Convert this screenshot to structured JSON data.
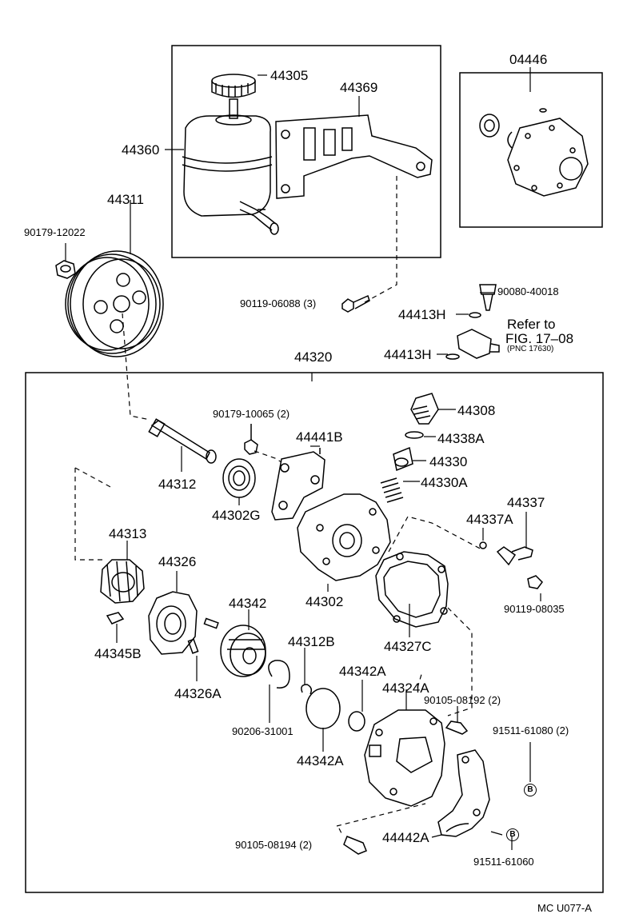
{
  "labels": {
    "p44305": "44305",
    "p44369": "44369",
    "p44360": "44360",
    "p04446": "04446",
    "p44311": "44311",
    "p90179_12022": "90179-12022",
    "p90119_06088": "90119-06088 (3)",
    "p90080_40018": "90080-40018",
    "p44413H_a": "44413H",
    "p44413H_b": "44413H",
    "refer1": "Refer to",
    "refer2": "FIG. 17–08",
    "refer3": "(PNC 17630)",
    "p44320": "44320",
    "p90179_10065": "90179-10065 (2)",
    "p44441B": "44441B",
    "p44308": "44308",
    "p44338A": "44338A",
    "p44330": "44330",
    "p44330A": "44330A",
    "p44312": "44312",
    "p44302G": "44302G",
    "p44313": "44313",
    "p44326": "44326",
    "p44302": "44302",
    "p44337": "44337",
    "p44337A": "44337A",
    "p90119_08035": "90119-08035",
    "p44345B": "44345B",
    "p44342": "44342",
    "p44312B": "44312B",
    "p44327C": "44327C",
    "p44326A": "44326A",
    "p44342A_a": "44342A",
    "p44324A": "44324A",
    "p90105_08192": "90105-08192 (2)",
    "p90206_31001": "90206-31001",
    "p44342A_b": "44342A",
    "p91511_61080": "91511-61080 (2)",
    "p90105_08194": "90105-08194 (2)",
    "p44442A": "44442A",
    "p91511_61060": "91511-61060",
    "code": "MC U077-A",
    "markerB1": "B",
    "markerB2": "B"
  }
}
